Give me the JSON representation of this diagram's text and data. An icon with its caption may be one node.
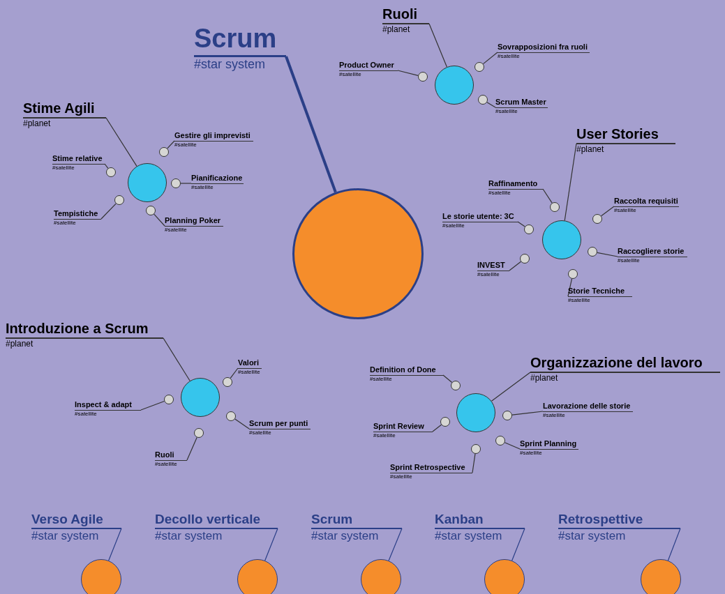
{
  "diagram": {
    "nodes": [
      {
        "text": [
          "Scrum",
          "#star system"
        ]
      },
      {
        "text": [],
        "shape": "circle"
      },
      {
        "text": [
          "Ruoli",
          "#planet"
        ]
      },
      {
        "text": [],
        "shape": "circle"
      },
      {
        "text": [
          "Product Owner",
          "#satellite"
        ]
      },
      {
        "text": [],
        "shape": "circle"
      },
      {
        "text": [
          "Sovrapposizioni fra ruoli",
          "#satellite"
        ]
      },
      {
        "text": [],
        "shape": "circle"
      },
      {
        "text": [
          "Scrum Master",
          "#satellite"
        ]
      },
      {
        "text": [],
        "shape": "circle"
      },
      {
        "text": [
          "Stime Agili",
          "#planet"
        ]
      },
      {
        "text": [],
        "shape": "circle"
      },
      {
        "text": [
          "Gestire gli imprevisti",
          "#satellite"
        ]
      },
      {
        "text": [],
        "shape": "circle"
      },
      {
        "text": [
          "Stime relative",
          "#satellite"
        ]
      },
      {
        "text": [],
        "shape": "circle"
      },
      {
        "text": [
          "Pianificazione",
          "#satellite"
        ]
      },
      {
        "text": [],
        "shape": "circle"
      },
      {
        "text": [
          "Tempistiche",
          "#satellite"
        ]
      },
      {
        "text": [],
        "shape": "circle"
      },
      {
        "text": [
          "Planning Poker",
          "#satellite"
        ]
      },
      {
        "text": [],
        "shape": "circle"
      },
      {
        "text": [
          "User Stories",
          "#planet"
        ]
      },
      {
        "text": [],
        "shape": "circle"
      },
      {
        "text": [
          "Raffinamento",
          "#satellite"
        ]
      },
      {
        "text": [],
        "shape": "circle"
      },
      {
        "text": [
          "Raccolta requisiti",
          "#satellite"
        ]
      },
      {
        "text": [],
        "shape": "circle"
      },
      {
        "text": [
          "Le storie utente: 3C",
          "#satellite"
        ]
      },
      {
        "text": [],
        "shape": "circle"
      },
      {
        "text": [
          "Raccogliere storie",
          "#satellite"
        ]
      },
      {
        "text": [],
        "shape": "circle"
      },
      {
        "text": [
          "INVEST",
          "#satellite"
        ]
      },
      {
        "text": [],
        "shape": "circle"
      },
      {
        "text": [
          "Storie Tecniche",
          "#satellite"
        ]
      },
      {
        "text": [],
        "shape": "circle"
      },
      {
        "text": [
          "Introduzione a Scrum",
          "#planet"
        ]
      },
      {
        "text": [],
        "shape": "circle"
      },
      {
        "text": [
          "Valori",
          "#satellite"
        ]
      },
      {
        "text": [],
        "shape": "circle"
      },
      {
        "text": [
          "Inspect & adapt",
          "#satellite"
        ]
      },
      {
        "text": [],
        "shape": "circle"
      },
      {
        "text": [
          "Scrum per punti",
          "#satellite"
        ]
      },
      {
        "text": [],
        "shape": "circle"
      },
      {
        "text": [
          "Ruoli",
          "#satellite"
        ]
      },
      {
        "text": [],
        "shape": "circle"
      },
      {
        "text": [
          "Organizzazione del lavoro",
          "#planet"
        ]
      },
      {
        "text": [],
        "shape": "circle"
      },
      {
        "text": [
          "Definition of Done",
          "#satellite"
        ]
      },
      {
        "text": [],
        "shape": "circle"
      },
      {
        "text": [
          "Lavorazione delle storie",
          "#satellite"
        ]
      },
      {
        "text": [],
        "shape": "circle"
      },
      {
        "text": [
          "Sprint Review",
          "#satellite"
        ]
      },
      {
        "text": [],
        "shape": "circle"
      },
      {
        "text": [
          "Sprint Planning",
          "#satellite"
        ]
      },
      {
        "text": [],
        "shape": "circle"
      },
      {
        "text": [
          "Sprint Retrospective",
          "#satellite"
        ]
      },
      {
        "text": [],
        "shape": "circle"
      },
      {
        "text": [
          "Verso Agile",
          "#star system"
        ]
      },
      {
        "text": [],
        "shape": "circle"
      },
      {
        "text": [
          "Decollo verticale",
          "#star system"
        ]
      },
      {
        "text": [],
        "shape": "circle"
      },
      {
        "text": [
          "Scrum",
          "#star system"
        ]
      },
      {
        "text": [],
        "shape": "circle"
      },
      {
        "text": [
          "Kanban",
          "#star system"
        ]
      },
      {
        "text": [],
        "shape": "circle"
      },
      {
        "text": [
          "Retrospettive",
          "#star system"
        ]
      },
      {
        "text": [],
        "shape": "circle"
      }
    ],
    "edges": [
      {
        "from": 0,
        "to": 1,
        "arrow": "none",
        "style": "thick",
        "color": "#2b3f87"
      },
      {
        "from": 2,
        "to": 3,
        "arrow": "none"
      },
      {
        "from": 4,
        "to": 5,
        "arrow": "none"
      },
      {
        "from": 6,
        "to": 7,
        "arrow": "none"
      },
      {
        "from": 8,
        "to": 9,
        "arrow": "none"
      },
      {
        "from": 10,
        "to": 11,
        "arrow": "none"
      },
      {
        "from": 12,
        "to": 13,
        "arrow": "none"
      },
      {
        "from": 14,
        "to": 15,
        "arrow": "none"
      },
      {
        "from": 16,
        "to": 17,
        "arrow": "none"
      },
      {
        "from": 18,
        "to": 19,
        "arrow": "none"
      },
      {
        "from": 20,
        "to": 21,
        "arrow": "none"
      },
      {
        "from": 22,
        "to": 23,
        "arrow": "none"
      },
      {
        "from": 24,
        "to": 25,
        "arrow": "none"
      },
      {
        "from": 26,
        "to": 27,
        "arrow": "none"
      },
      {
        "from": 28,
        "to": 29,
        "arrow": "none"
      },
      {
        "from": 30,
        "to": 31,
        "arrow": "none"
      },
      {
        "from": 32,
        "to": 33,
        "arrow": "none"
      },
      {
        "from": 34,
        "to": 35,
        "arrow": "none"
      },
      {
        "from": 36,
        "to": 37,
        "arrow": "none"
      },
      {
        "from": 38,
        "to": 39,
        "arrow": "none"
      },
      {
        "from": 40,
        "to": 41,
        "arrow": "none"
      },
      {
        "from": 42,
        "to": 43,
        "arrow": "none"
      },
      {
        "from": 44,
        "to": 45,
        "arrow": "none"
      },
      {
        "from": 46,
        "to": 47,
        "arrow": "none"
      },
      {
        "from": 48,
        "to": 49,
        "arrow": "none"
      },
      {
        "from": 50,
        "to": 51,
        "arrow": "none"
      },
      {
        "from": 52,
        "to": 53,
        "arrow": "none"
      },
      {
        "from": 54,
        "to": 55,
        "arrow": "none"
      },
      {
        "from": 56,
        "to": 57,
        "arrow": "none"
      },
      {
        "from": 58,
        "to": 59,
        "arrow": "none",
        "color": "#2b3f87"
      },
      {
        "from": 60,
        "to": 61,
        "arrow": "none",
        "color": "#2b3f87"
      },
      {
        "from": 62,
        "to": 63,
        "arrow": "none",
        "color": "#2b3f87"
      },
      {
        "from": 64,
        "to": 65,
        "arrow": "none",
        "color": "#2b3f87"
      },
      {
        "from": 66,
        "to": 67,
        "arrow": "none",
        "color": "#2b3f87"
      }
    ]
  }
}
